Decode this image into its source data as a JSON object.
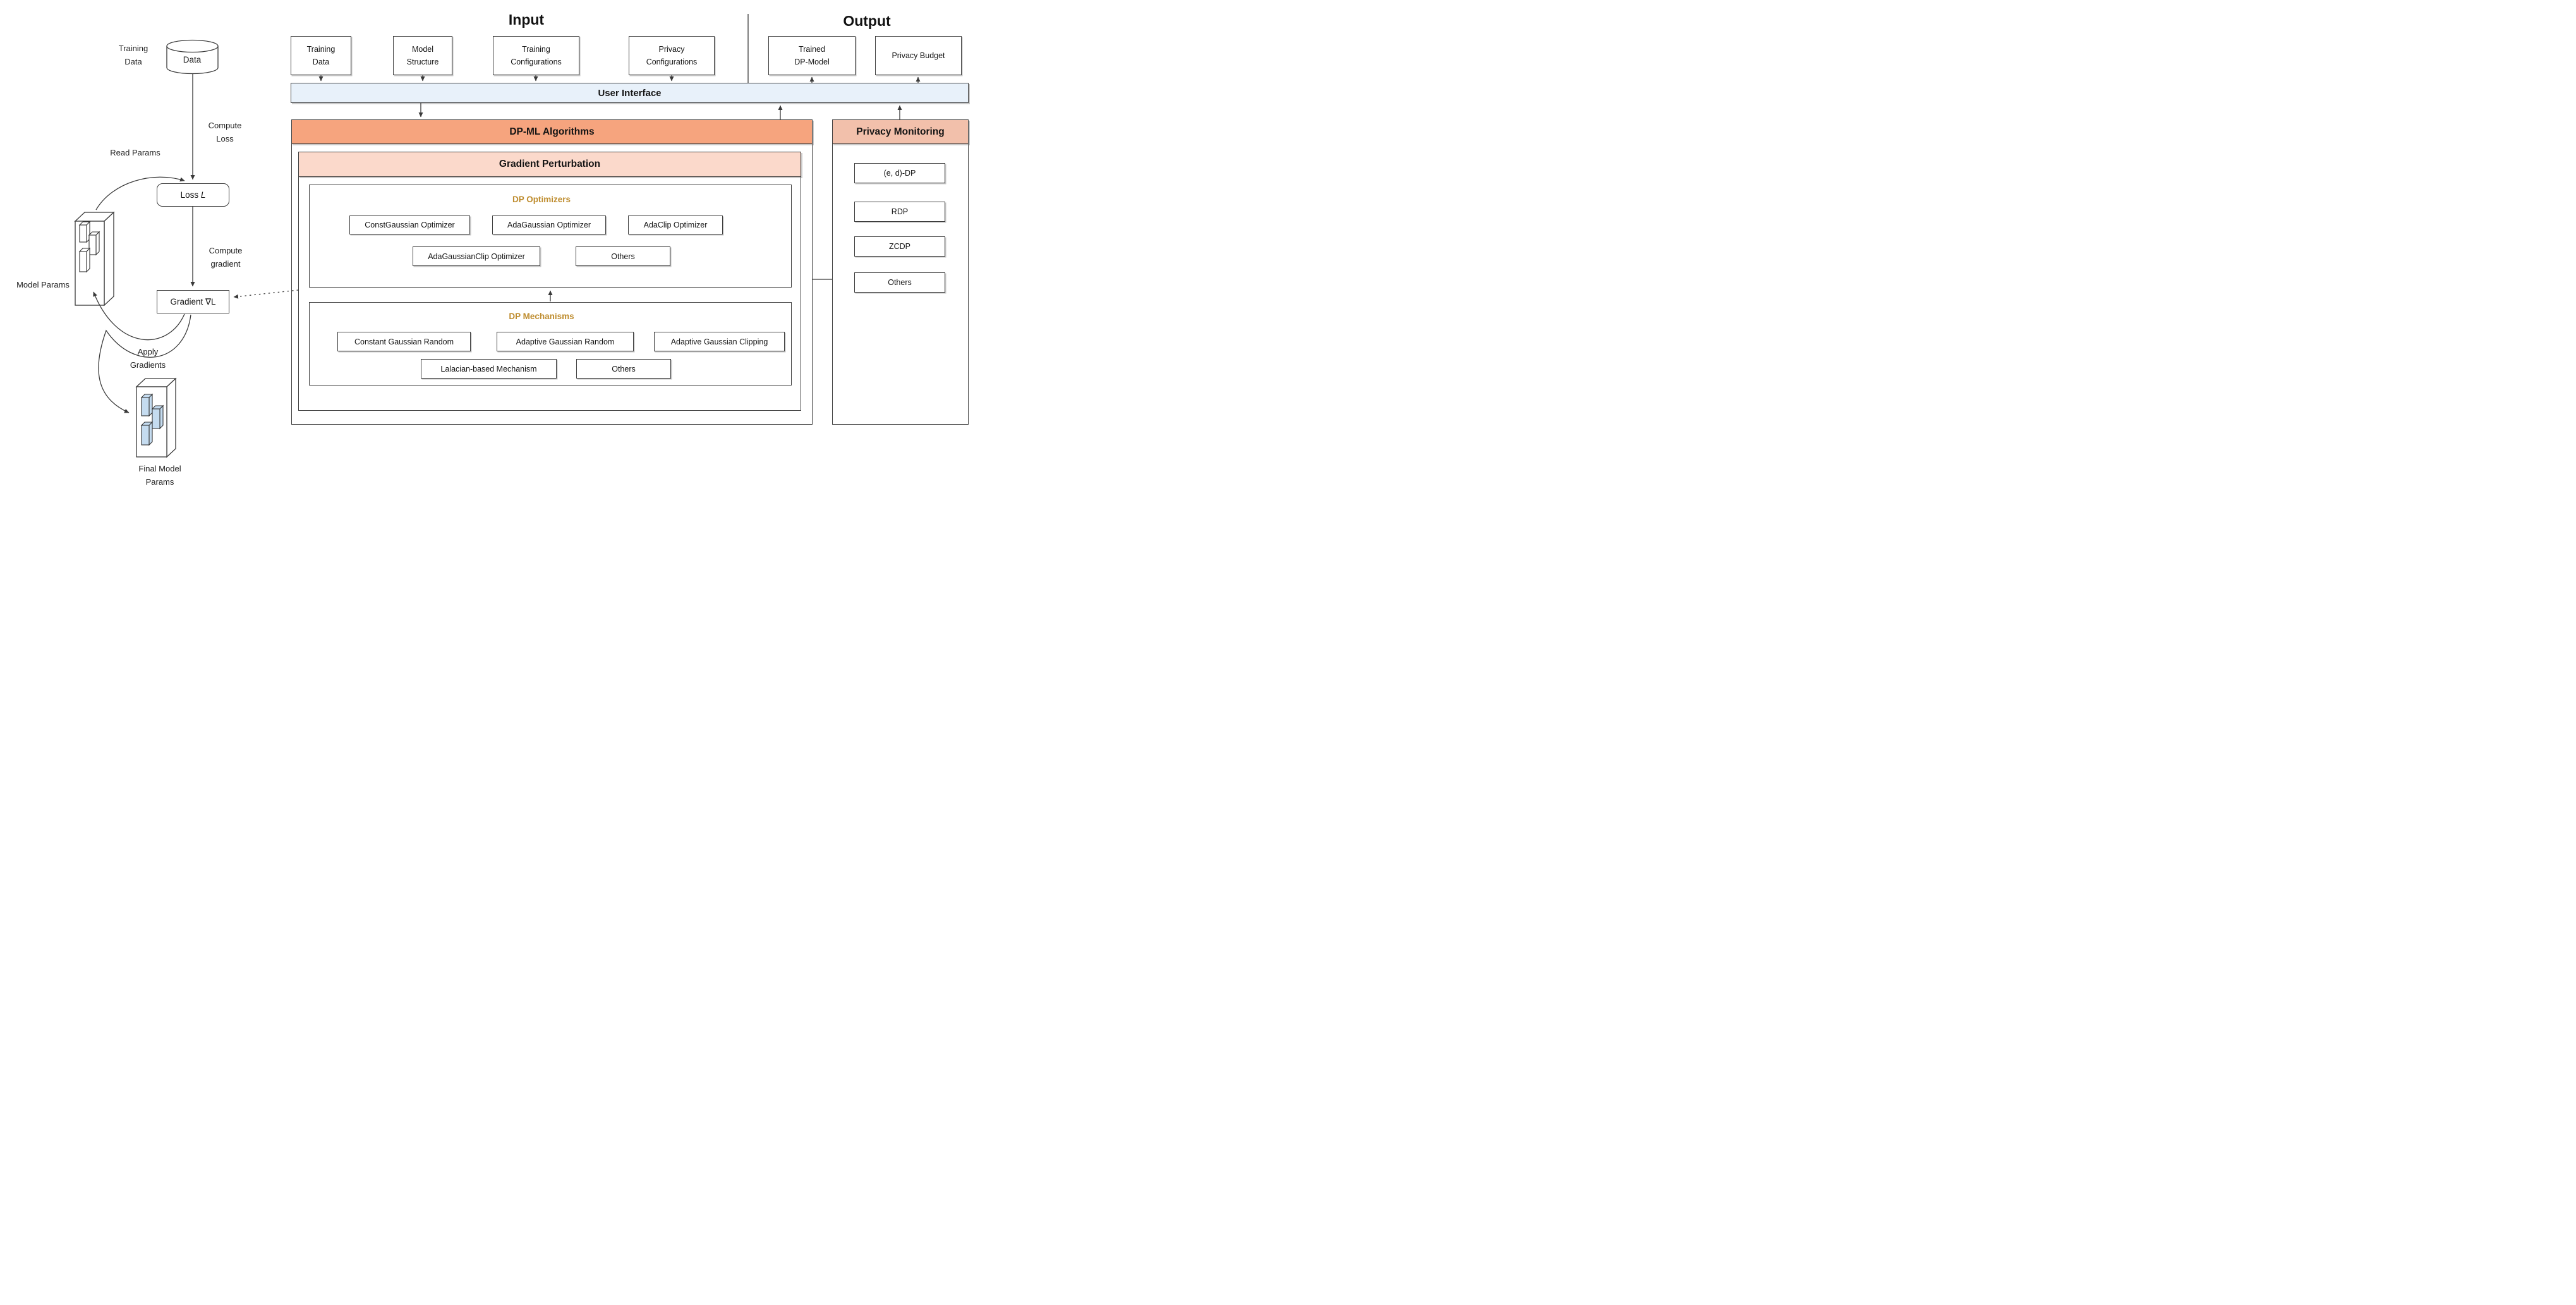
{
  "left_flow": {
    "training_data_label": {
      "line1": "Training",
      "line2": "Data"
    },
    "data_cylinder_label": "Data",
    "compute_loss_label": {
      "line1": "Compute",
      "line2": "Loss"
    },
    "read_params_label": "Read Params",
    "loss_box": {
      "prefix": "Loss ",
      "symbol": "L"
    },
    "compute_gradient_label": {
      "line1": "Compute",
      "line2": "gradient"
    },
    "model_params_label": "Model Params",
    "gradient_box": "Gradient ∇L",
    "apply_gradients_label": {
      "line1": "Apply",
      "line2": "Gradients"
    },
    "final_model_params_label": {
      "line1": "Final Model",
      "line2": "Params"
    }
  },
  "io": {
    "input_title": "Input",
    "output_title": "Output",
    "user_interface_label": "User Interface",
    "boxes": [
      {
        "lines": [
          "Training",
          "Data"
        ]
      },
      {
        "lines": [
          "Model",
          "Structure"
        ]
      },
      {
        "lines": [
          "Training",
          "Configurations"
        ]
      },
      {
        "lines": [
          "Privacy",
          "Configurations"
        ]
      },
      {
        "lines": [
          "Trained",
          "DP-Model"
        ]
      },
      {
        "lines": [
          "Privacy Budget"
        ]
      }
    ]
  },
  "dp_ml": {
    "title": "DP-ML Algorithms",
    "gradient_perturbation_title": "Gradient Perturbation",
    "dp_optimizers": {
      "title": "DP Optimizers",
      "row1": [
        "ConstGaussian Optimizer",
        "AdaGaussian Optimizer",
        "AdaClip Optimizer"
      ],
      "row2": [
        "AdaGaussianClip Optimizer",
        "Others"
      ]
    },
    "dp_mechanisms": {
      "title": "DP Mechanisms",
      "row1": [
        "Constant Gaussian Random",
        "Adaptive Gaussian Random",
        "Adaptive Gaussian Clipping"
      ],
      "row2": [
        "Lalacian-based Mechanism",
        "Others"
      ]
    }
  },
  "privacy_monitoring": {
    "title": "Privacy Monitoring",
    "items": [
      "(e, d)-DP",
      "RDP",
      "ZCDP",
      "Others"
    ]
  },
  "colors": {
    "dp_ml_header": "#F6A47E",
    "gradient_perturbation_header": "#FBD9CB",
    "privacy_monitoring_header": "#F2C0AB",
    "user_interface_bar": "#E8F1FA",
    "gold_subtitle": "#BE8C2E",
    "param_bar_blue": "#C5DCF0"
  }
}
